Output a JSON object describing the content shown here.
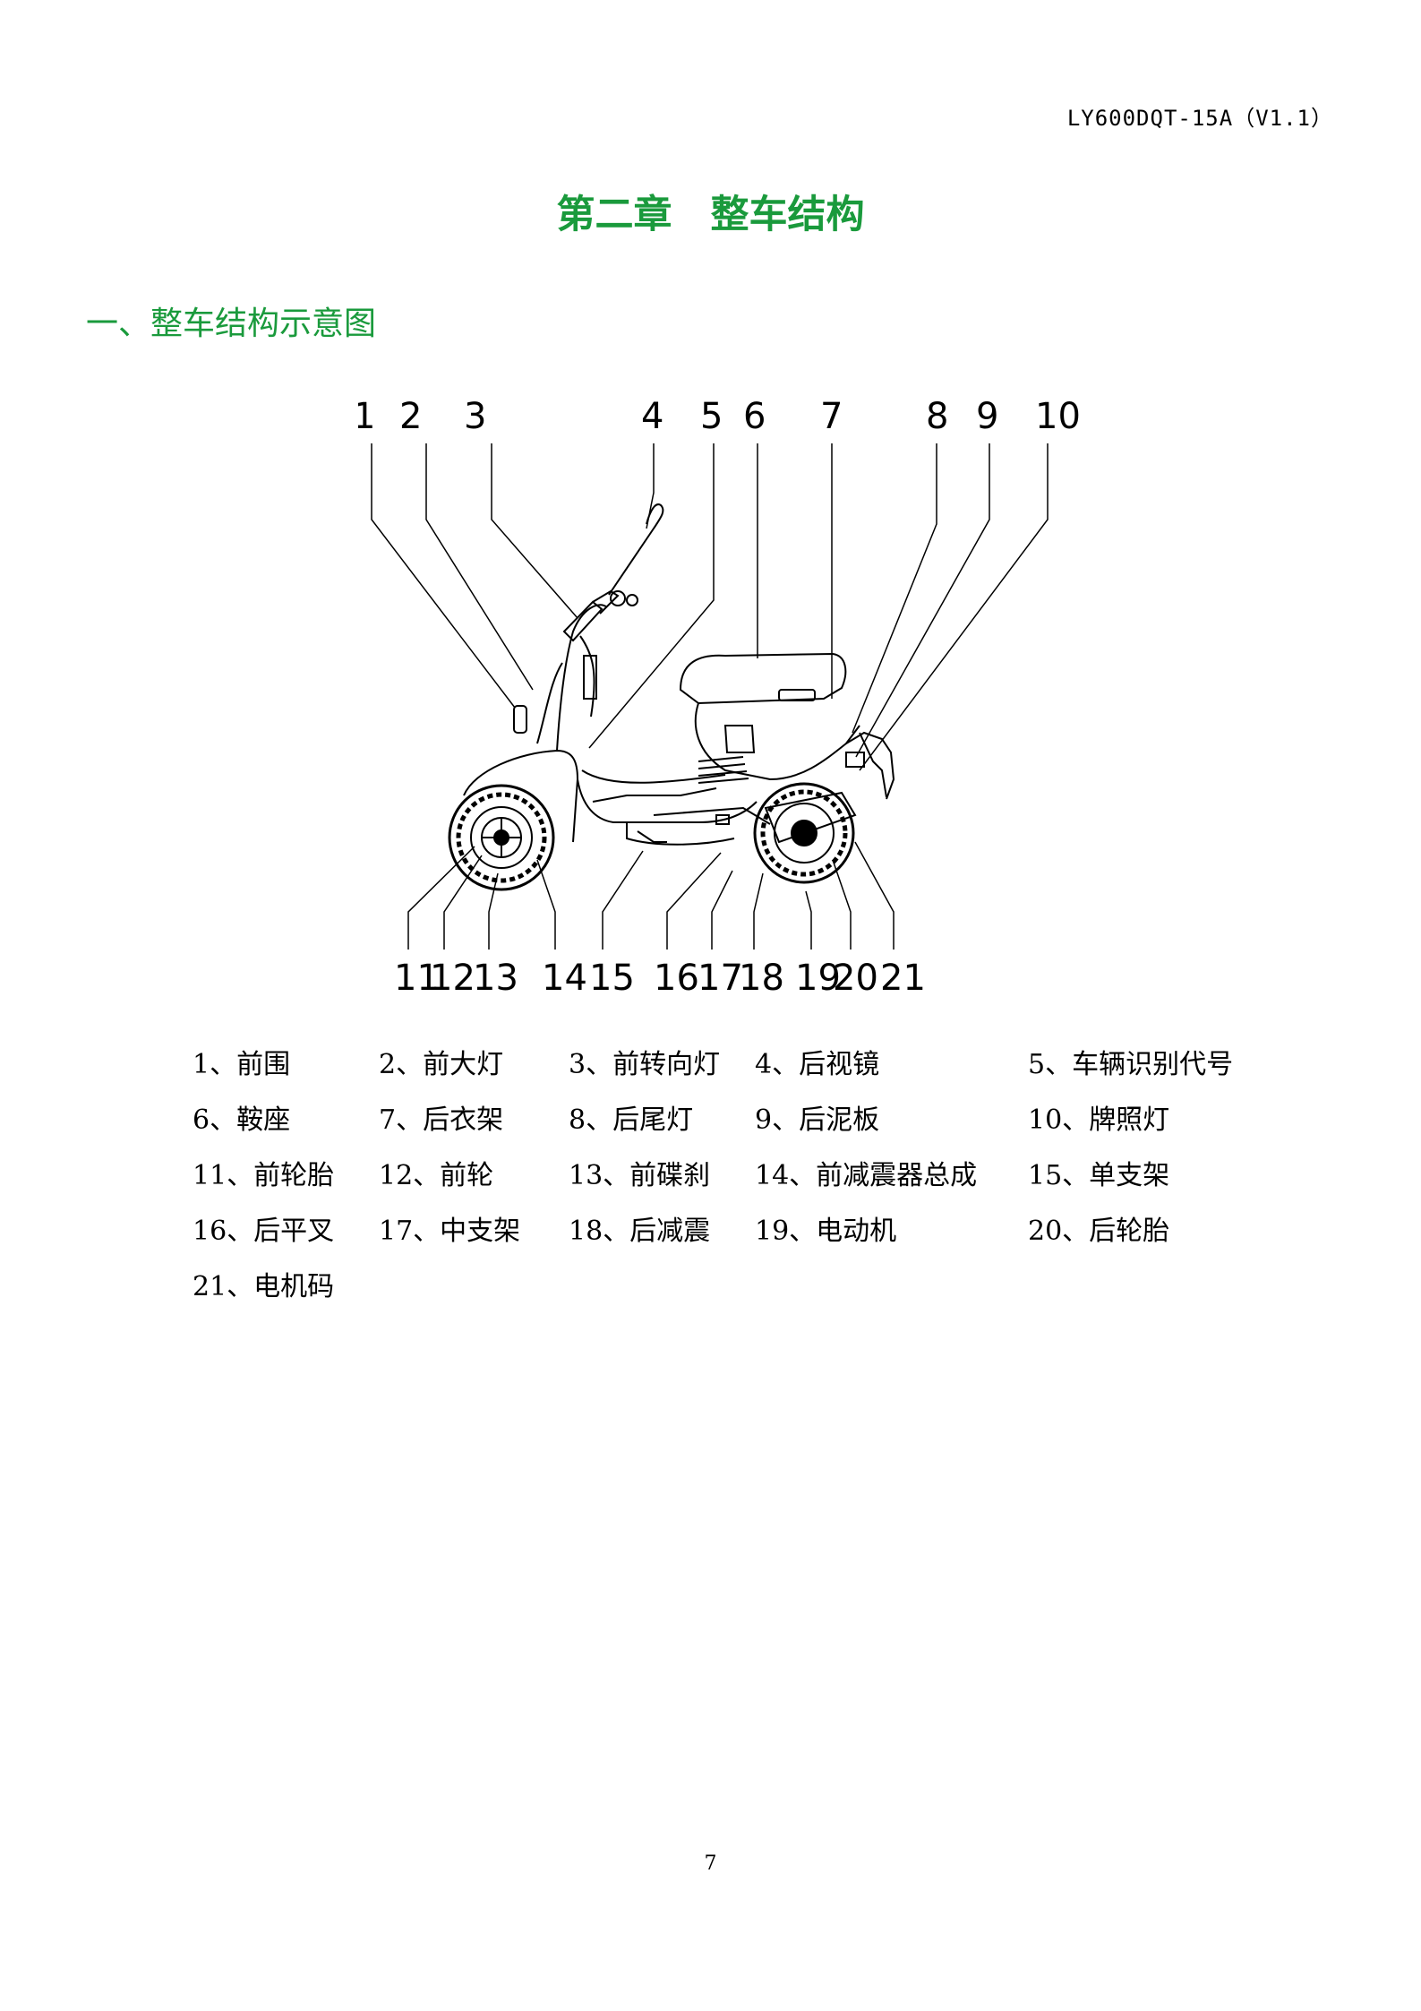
{
  "header": {
    "doc_code": "LY600DQT-15A（V1.1）"
  },
  "chapter_title": "第二章　整车结构",
  "section_title": "一、整车结构示意图",
  "callouts_top": [
    "1",
    "2",
    "3",
    "4",
    "5",
    "6",
    "7",
    "8",
    "9",
    "10"
  ],
  "callouts_bottom": [
    "11",
    "12",
    "13",
    "14",
    "15",
    "16",
    "17",
    "18",
    "19",
    "20",
    "21"
  ],
  "legend": [
    [
      "1、前围",
      "2、前大灯",
      "3、前转向灯",
      "4、后视镜",
      "5、车辆识别代号"
    ],
    [
      "6、鞍座",
      "7、后衣架",
      "8、后尾灯",
      "9、后泥板",
      "10、牌照灯"
    ],
    [
      "11、前轮胎",
      "12、前轮",
      "13、前碟刹",
      "14、前减震器总成",
      "15、单支架"
    ],
    [
      "16、后平叉",
      "17、中支架",
      "18、后减震",
      "19、电动机",
      "20、后轮胎"
    ],
    [
      "21、电机码"
    ]
  ],
  "page_number": "7"
}
